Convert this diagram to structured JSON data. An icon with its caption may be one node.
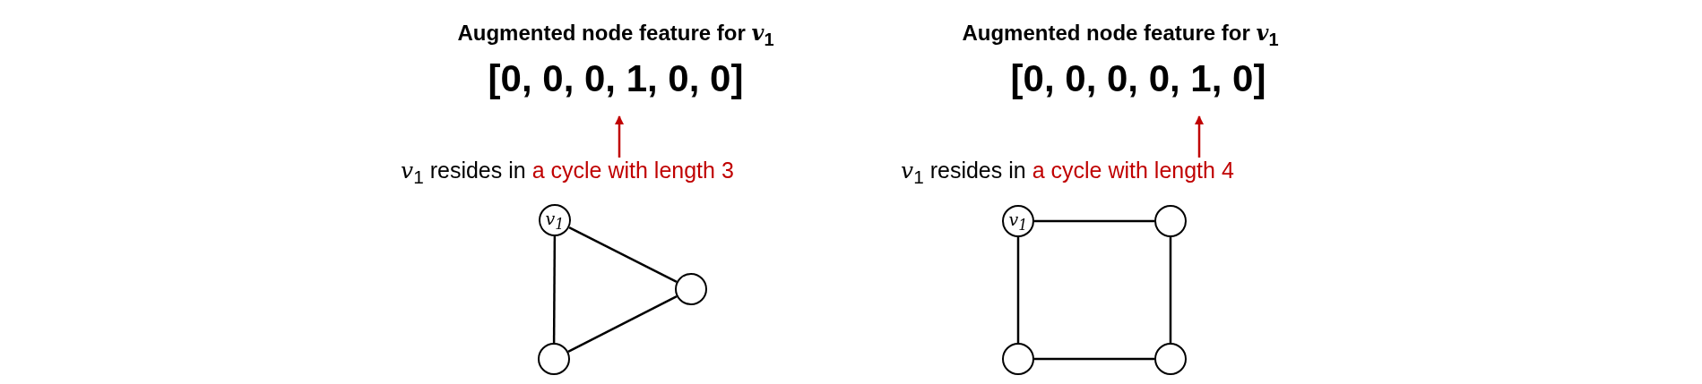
{
  "diagram": {
    "nodes": [
      {
        "text": [
          "Augmented node feature for *v*$_{1}$",
          "[0, 0, 0, 1, 0, 0]"
        ]
      },
      {
        "text": [
          "*v*$_{1}$ resides in",
          "a cycle with length 3"
        ]
      },
      {
        "text": [
          "*v*$_{1}$"
        ]
      },
      {
        "text": [],
        "shape": "circle"
      },
      {
        "text": [],
        "shape": "circle"
      },
      {
        "text": [
          "Augmented node feature for *v*$_{1}$",
          "[0, 0, 0, 0, 1, 0]"
        ]
      },
      {
        "text": [
          "*v*$_{1}$ resides in",
          "a cycle with length 4"
        ]
      },
      {
        "text": [
          "*v*$_{1}$"
        ]
      },
      {
        "text": [],
        "shape": "circle"
      },
      {
        "text": [],
        "shape": "circle"
      },
      {
        "text": [],
        "shape": "circle"
      }
    ],
    "edges": [
      {
        "from": 1,
        "to": 0,
        "arrow": "to",
        "color": "#c00000"
      },
      {
        "from": 2,
        "to": 3,
        "arrow": "none"
      },
      {
        "from": 3,
        "to": 4,
        "arrow": "none"
      },
      {
        "from": 4,
        "to": 2,
        "arrow": "none"
      },
      {
        "from": 6,
        "to": 5,
        "arrow": "to",
        "color": "#c00000"
      },
      {
        "from": 7,
        "to": 8,
        "arrow": "none"
      },
      {
        "from": 8,
        "to": 10,
        "arrow": "none"
      },
      {
        "from": 10,
        "to": 9,
        "arrow": "none"
      },
      {
        "from": 9,
        "to": 7,
        "arrow": "none"
      }
    ]
  }
}
